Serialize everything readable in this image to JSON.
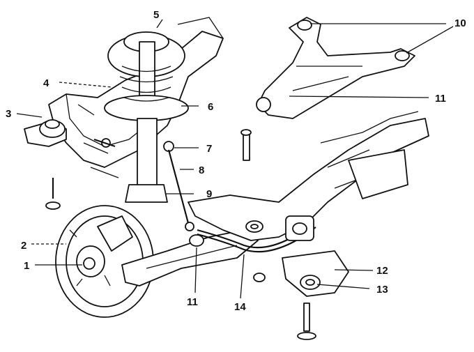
{
  "diagram": {
    "callouts": [
      {
        "id": "c1",
        "label": "1"
      },
      {
        "id": "c2",
        "label": "2"
      },
      {
        "id": "c3",
        "label": "3"
      },
      {
        "id": "c4",
        "label": "4"
      },
      {
        "id": "c5",
        "label": "5"
      },
      {
        "id": "c6",
        "label": "6"
      },
      {
        "id": "c7",
        "label": "7"
      },
      {
        "id": "c8",
        "label": "8"
      },
      {
        "id": "c9",
        "label": "9"
      },
      {
        "id": "c10",
        "label": "10"
      },
      {
        "id": "c11a",
        "label": "11"
      },
      {
        "id": "c11b",
        "label": "11"
      },
      {
        "id": "c12",
        "label": "12"
      },
      {
        "id": "c13",
        "label": "13"
      },
      {
        "id": "c14",
        "label": "14"
      }
    ]
  }
}
